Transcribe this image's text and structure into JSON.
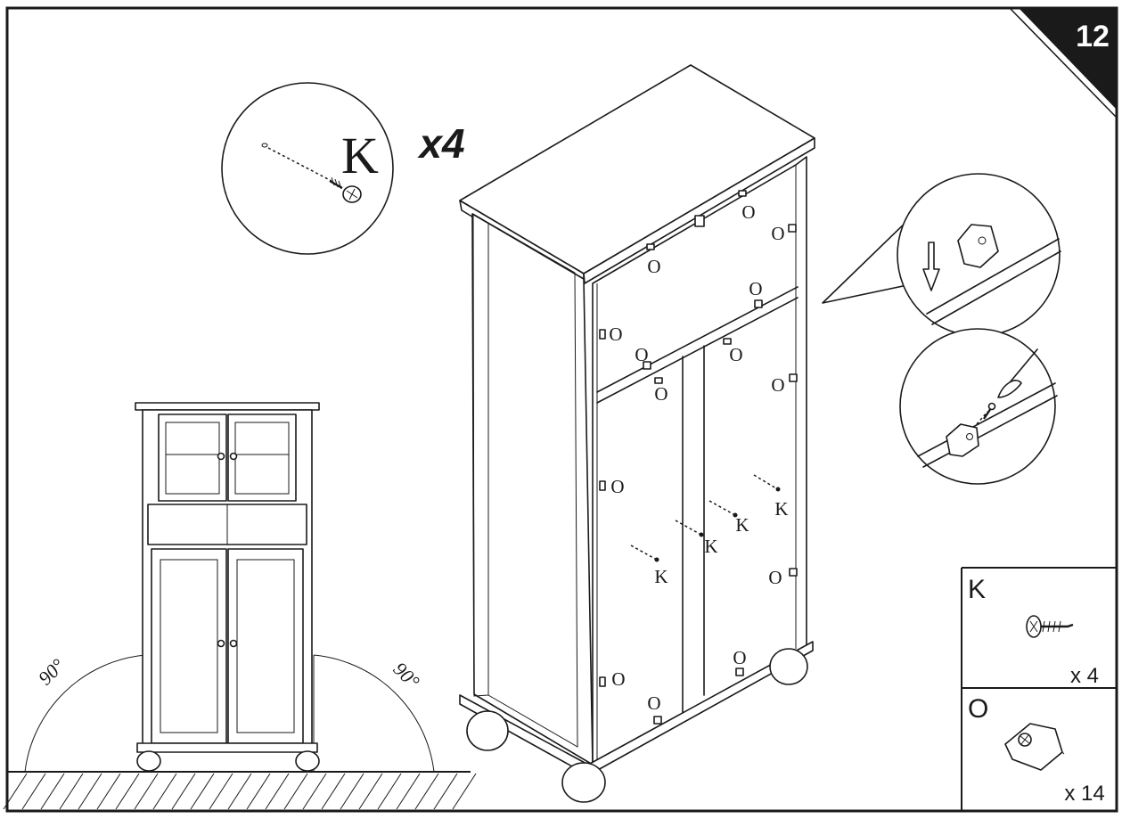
{
  "step": {
    "number": "12"
  },
  "callout": {
    "letter": "K",
    "multiplier": "x4"
  },
  "cabinet": {
    "part_labels": [
      {
        "id": "o-top-1",
        "text": "O"
      },
      {
        "id": "o-top-2",
        "text": "O"
      },
      {
        "id": "o-top-3",
        "text": "O"
      },
      {
        "id": "o-top-4",
        "text": "O"
      },
      {
        "id": "o-mid-1",
        "text": "O"
      },
      {
        "id": "o-mid-2",
        "text": "O"
      },
      {
        "id": "o-mid-3",
        "text": "O"
      },
      {
        "id": "o-mid-4",
        "text": "O"
      },
      {
        "id": "o-mid-5",
        "text": "O"
      },
      {
        "id": "o-low-1",
        "text": "O"
      },
      {
        "id": "o-low-2",
        "text": "O"
      },
      {
        "id": "o-low-3",
        "text": "O"
      },
      {
        "id": "o-low-4",
        "text": "O"
      },
      {
        "id": "o-low-5",
        "text": "O"
      },
      {
        "id": "k-1",
        "text": "K"
      },
      {
        "id": "k-2",
        "text": "K"
      },
      {
        "id": "k-3",
        "text": "K"
      },
      {
        "id": "k-4",
        "text": "K"
      }
    ]
  },
  "door_swing": {
    "left_angle": "90°",
    "right_angle": "90°"
  },
  "parts_list": [
    {
      "letter": "K",
      "quantity": "x 4",
      "icon": "screw-icon"
    },
    {
      "letter": "O",
      "quantity": "x 14",
      "icon": "hinge-block-icon"
    }
  ]
}
